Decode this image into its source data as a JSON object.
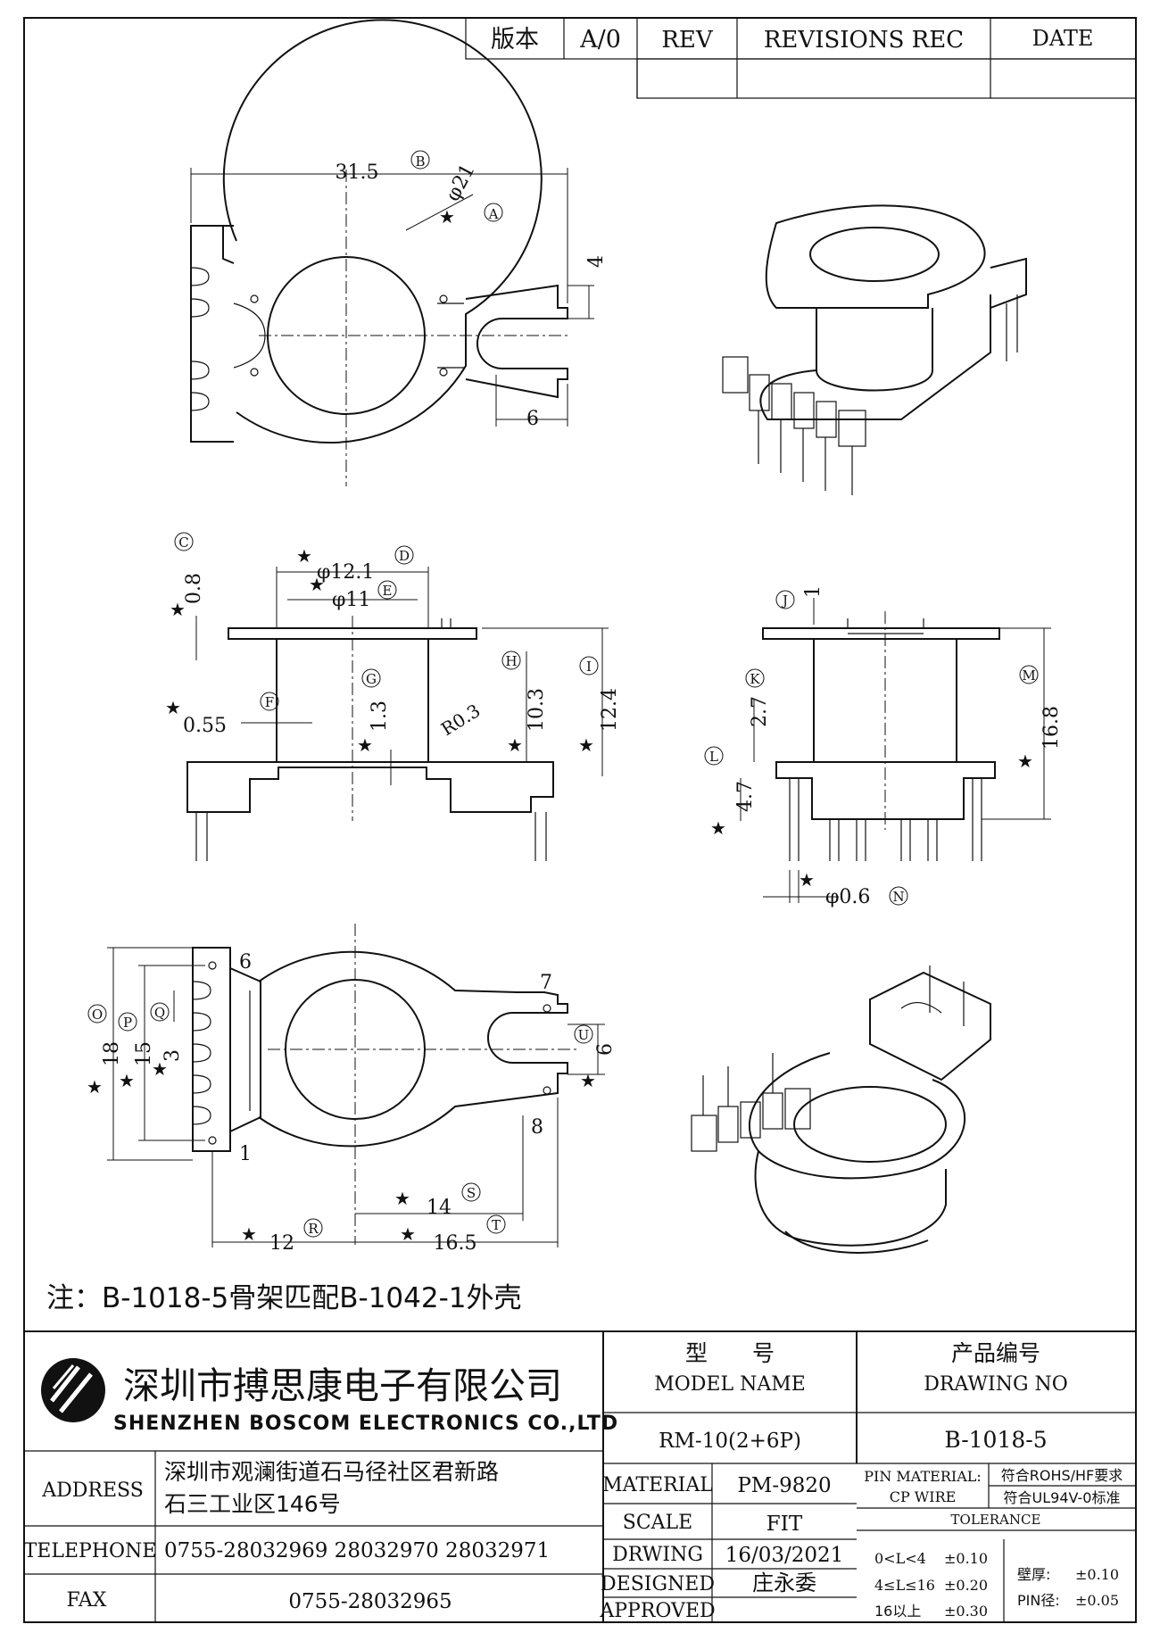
{
  "revision_header": {
    "version_label": "版本",
    "version_value": "A/0",
    "rev_label": "REV",
    "revisions_label": "REVISIONS REC",
    "date_label": "DATE"
  },
  "dims_top": {
    "width": "31.5",
    "diameter": "φ21",
    "tab_height": "4",
    "slot_width": "6",
    "tag_width": "B",
    "tag_diameter": "A"
  },
  "dims_front": {
    "flange_thickness": "0.8",
    "inner_d1": "φ12.1",
    "inner_d2": "φ11",
    "wall": "0.55",
    "gap": "1.3",
    "radius": "R0.3",
    "winding_h": "10.3",
    "total_h": "12.4",
    "tags": [
      "C",
      "D",
      "E",
      "F",
      "G",
      "H",
      "I"
    ]
  },
  "dims_side": {
    "top_step": "1",
    "pin_step": "2.7",
    "pin_len": "4.7",
    "height": "16.8",
    "pin_dia": "φ0.6",
    "tags": [
      "J",
      "K",
      "L",
      "M",
      "N"
    ]
  },
  "dims_bottom": {
    "pin_span_outer": "18",
    "pin_span": "15",
    "pin_pitch": "3",
    "slot": "6",
    "pitch_12": "12",
    "pitch_14": "14",
    "pitch_165": "16.5",
    "pin_labels": [
      "6",
      "1",
      "7",
      "8"
    ],
    "tags": [
      "O",
      "P",
      "Q",
      "U",
      "R",
      "S",
      "T"
    ]
  },
  "note": "注：B-1018-5骨架匹配B-1042-1外壳",
  "company": {
    "name_cn": "深圳市搏思康电子有限公司",
    "name_en": "SHENZHEN BOSCOM ELECTRONICS CO.,LTD"
  },
  "title_block": {
    "model_label_cn": "型　　号",
    "model_label_en": "MODEL NAME",
    "model_value": "RM-10(2+6P)",
    "drawing_label_cn": "产品编号",
    "drawing_label_en": "DRAWING NO",
    "drawing_value": "B-1018-5",
    "address_label": "ADDRESS",
    "address_line1": "深圳市观澜街道石马径社区君新路",
    "address_line2": "石三工业区146号",
    "telephone_label": "TELEPHONE",
    "telephone_value": "0755-28032969 28032970 28032971",
    "fax_label": "FAX",
    "fax_value": "0755-28032965",
    "material_label": "MATERIAL",
    "material_value": "PM-9820",
    "scale_label": "SCALE",
    "scale_value": "FIT",
    "drawing_date_label": "DRWING",
    "drawing_date_value": "16/03/2021",
    "designed_label": "DESIGNED",
    "designed_value": "庄永委",
    "approved_label": "APPROVED",
    "approved_value": "",
    "pin_material_label": "PIN MATERIAL:",
    "pin_material_value": "符合ROHS/HF要求",
    "cp_wire_label": "CP WIRE",
    "cp_wire_value": "符合UL94V-0标准",
    "tolerance_label": "TOLERANCE",
    "tol_rows": [
      {
        "range": "0<L<4",
        "value": "±0.10"
      },
      {
        "range": "4≤L≤16",
        "value": "±0.20"
      },
      {
        "range": "16以上",
        "value": "±0.30"
      }
    ],
    "wall_tol_label": "壁厚:",
    "wall_tol_value": "±0.10",
    "pin_tol_label": "PIN径:",
    "pin_tol_value": "±0.05"
  }
}
